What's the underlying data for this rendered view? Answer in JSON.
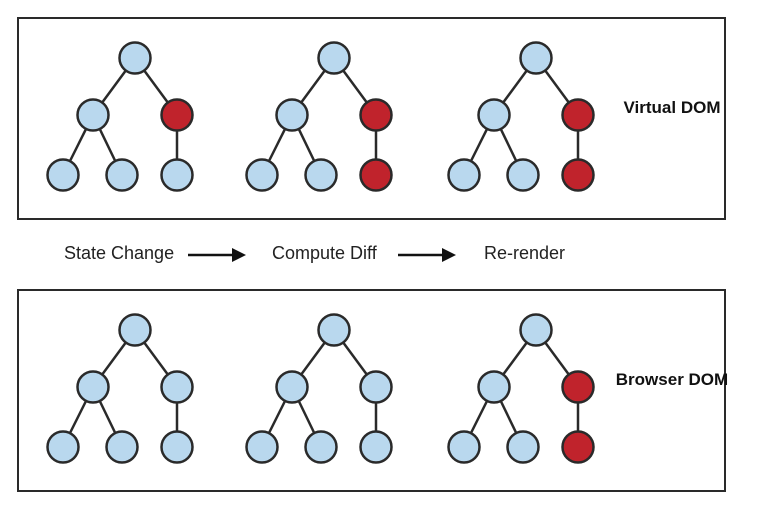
{
  "diagram": {
    "node_colors": {
      "normal": "#b9d8ee",
      "changed": "#c0232c",
      "stroke": "#2a2a2a"
    },
    "tree_edges": [
      [
        0,
        1
      ],
      [
        0,
        2
      ],
      [
        1,
        3
      ],
      [
        1,
        4
      ],
      [
        2,
        5
      ]
    ],
    "panels": [
      {
        "label": "Virtual DOM",
        "trees": [
          {
            "changed": [
              2
            ]
          },
          {
            "changed": [
              2,
              5
            ]
          },
          {
            "changed": [
              2,
              5
            ]
          }
        ]
      },
      {
        "label": "Browser DOM",
        "trees": [
          {
            "changed": []
          },
          {
            "changed": []
          },
          {
            "changed": [
              2,
              5
            ]
          }
        ]
      }
    ],
    "steps": [
      "State Change",
      "Compute Diff",
      "Re-render"
    ]
  }
}
